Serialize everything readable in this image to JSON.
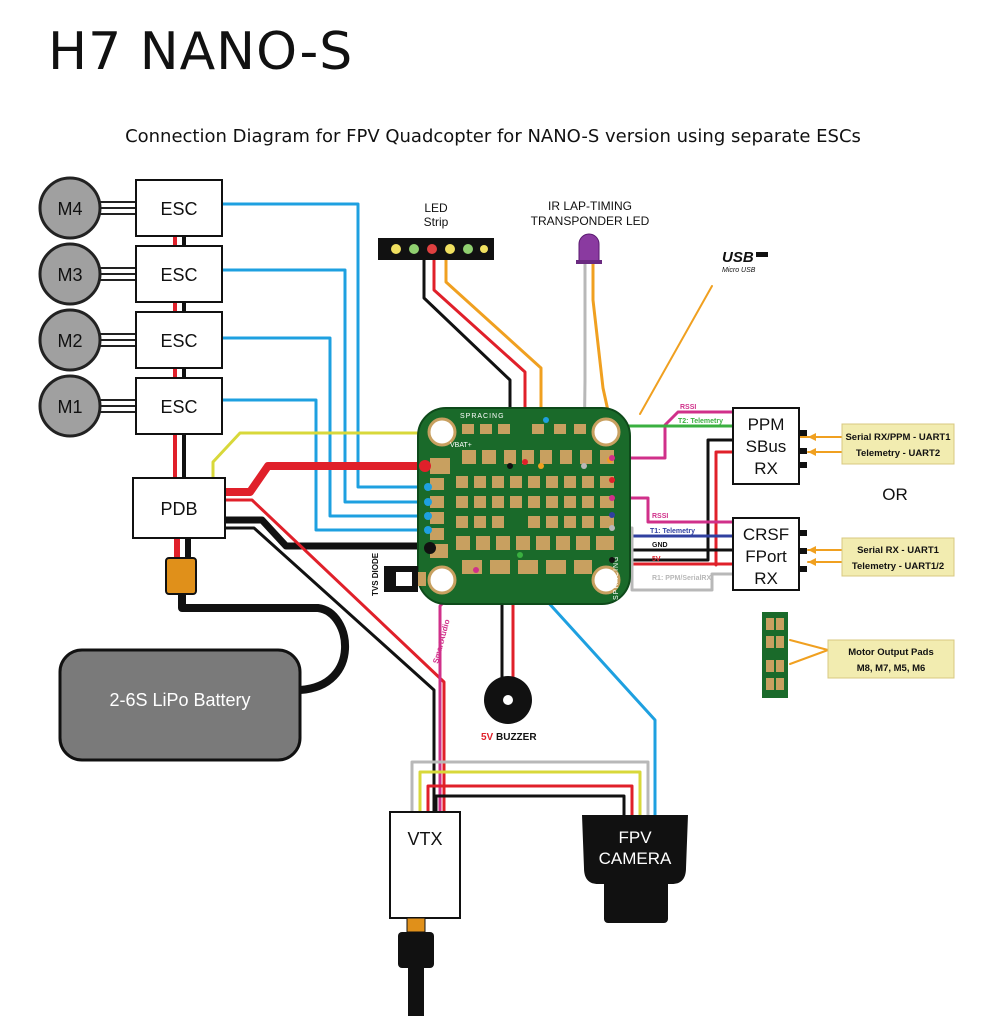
{
  "header": {
    "title": "H7 NANO-S",
    "subtitle": "Connection Diagram for FPV Quadcopter for NANO-S version using separate ESCs"
  },
  "motors": [
    "M4",
    "M3",
    "M2",
    "M1"
  ],
  "esc_label": "ESC",
  "pdb_label": "PDB",
  "battery_label": "2-6S LiPo Battery",
  "led_strip": {
    "line1": "LED",
    "line2": "Strip"
  },
  "ir_led": {
    "line1": "IR LAP-TIMING",
    "line2": "TRANSPONDER LED"
  },
  "usb": {
    "logo": "USB",
    "caption": "Micro USB"
  },
  "tvs_label": "TVS DIODE",
  "smartaudio_label": "SmartAudio",
  "buzzer_label": {
    "volt": "5V",
    "text": "BUZZER"
  },
  "vtx_label": "VTX",
  "camera_label": {
    "line1": "FPV",
    "line2": "CAMERA"
  },
  "rx1": {
    "lines": [
      "PPM",
      "SBus",
      "RX"
    ],
    "info_line1": "Serial RX/PPM - UART1",
    "info_line2": "Telemetry - UART2",
    "wire_rssi": "RSSI",
    "wire_telemetry": "T2: Telemetry"
  },
  "or_label": "OR",
  "rx2": {
    "lines": [
      "CRSF",
      "FPort",
      "RX"
    ],
    "info_line1": "Serial RX - UART1",
    "info_line2": "Telemetry - UART1/2",
    "wire_rssi": "RSSI",
    "wire_telemetry": "T1: Telemetry",
    "wire_gnd": "GND",
    "wire_5v": "5V",
    "wire_r1": "R1: PPM/SerialRX"
  },
  "motor_pads": {
    "line1": "Motor Output Pads",
    "line2": "M8, M7, M5, M6"
  },
  "board_text": {
    "brand": "SPRACING",
    "vbat": "VBAT+"
  },
  "colors": {
    "wire_red": "#e0202a",
    "wire_black": "#111111",
    "wire_blue": "#1ea0e0",
    "wire_yellow": "#d8d83a",
    "wire_orange": "#f0a020",
    "wire_green": "#3ab040",
    "wire_magenta": "#d0308a",
    "wire_navy": "#3040a0",
    "wire_gray": "#b8b8b8",
    "board_green": "#1a6a2a",
    "pad_gold": "#c8a060",
    "label_box": "#f2ecb0",
    "motor_gray": "#a0a0a0",
    "battery_gray": "#7a7a7a",
    "connector_orange": "#e0901a",
    "ir_led_purple": "#8a3aa0"
  }
}
